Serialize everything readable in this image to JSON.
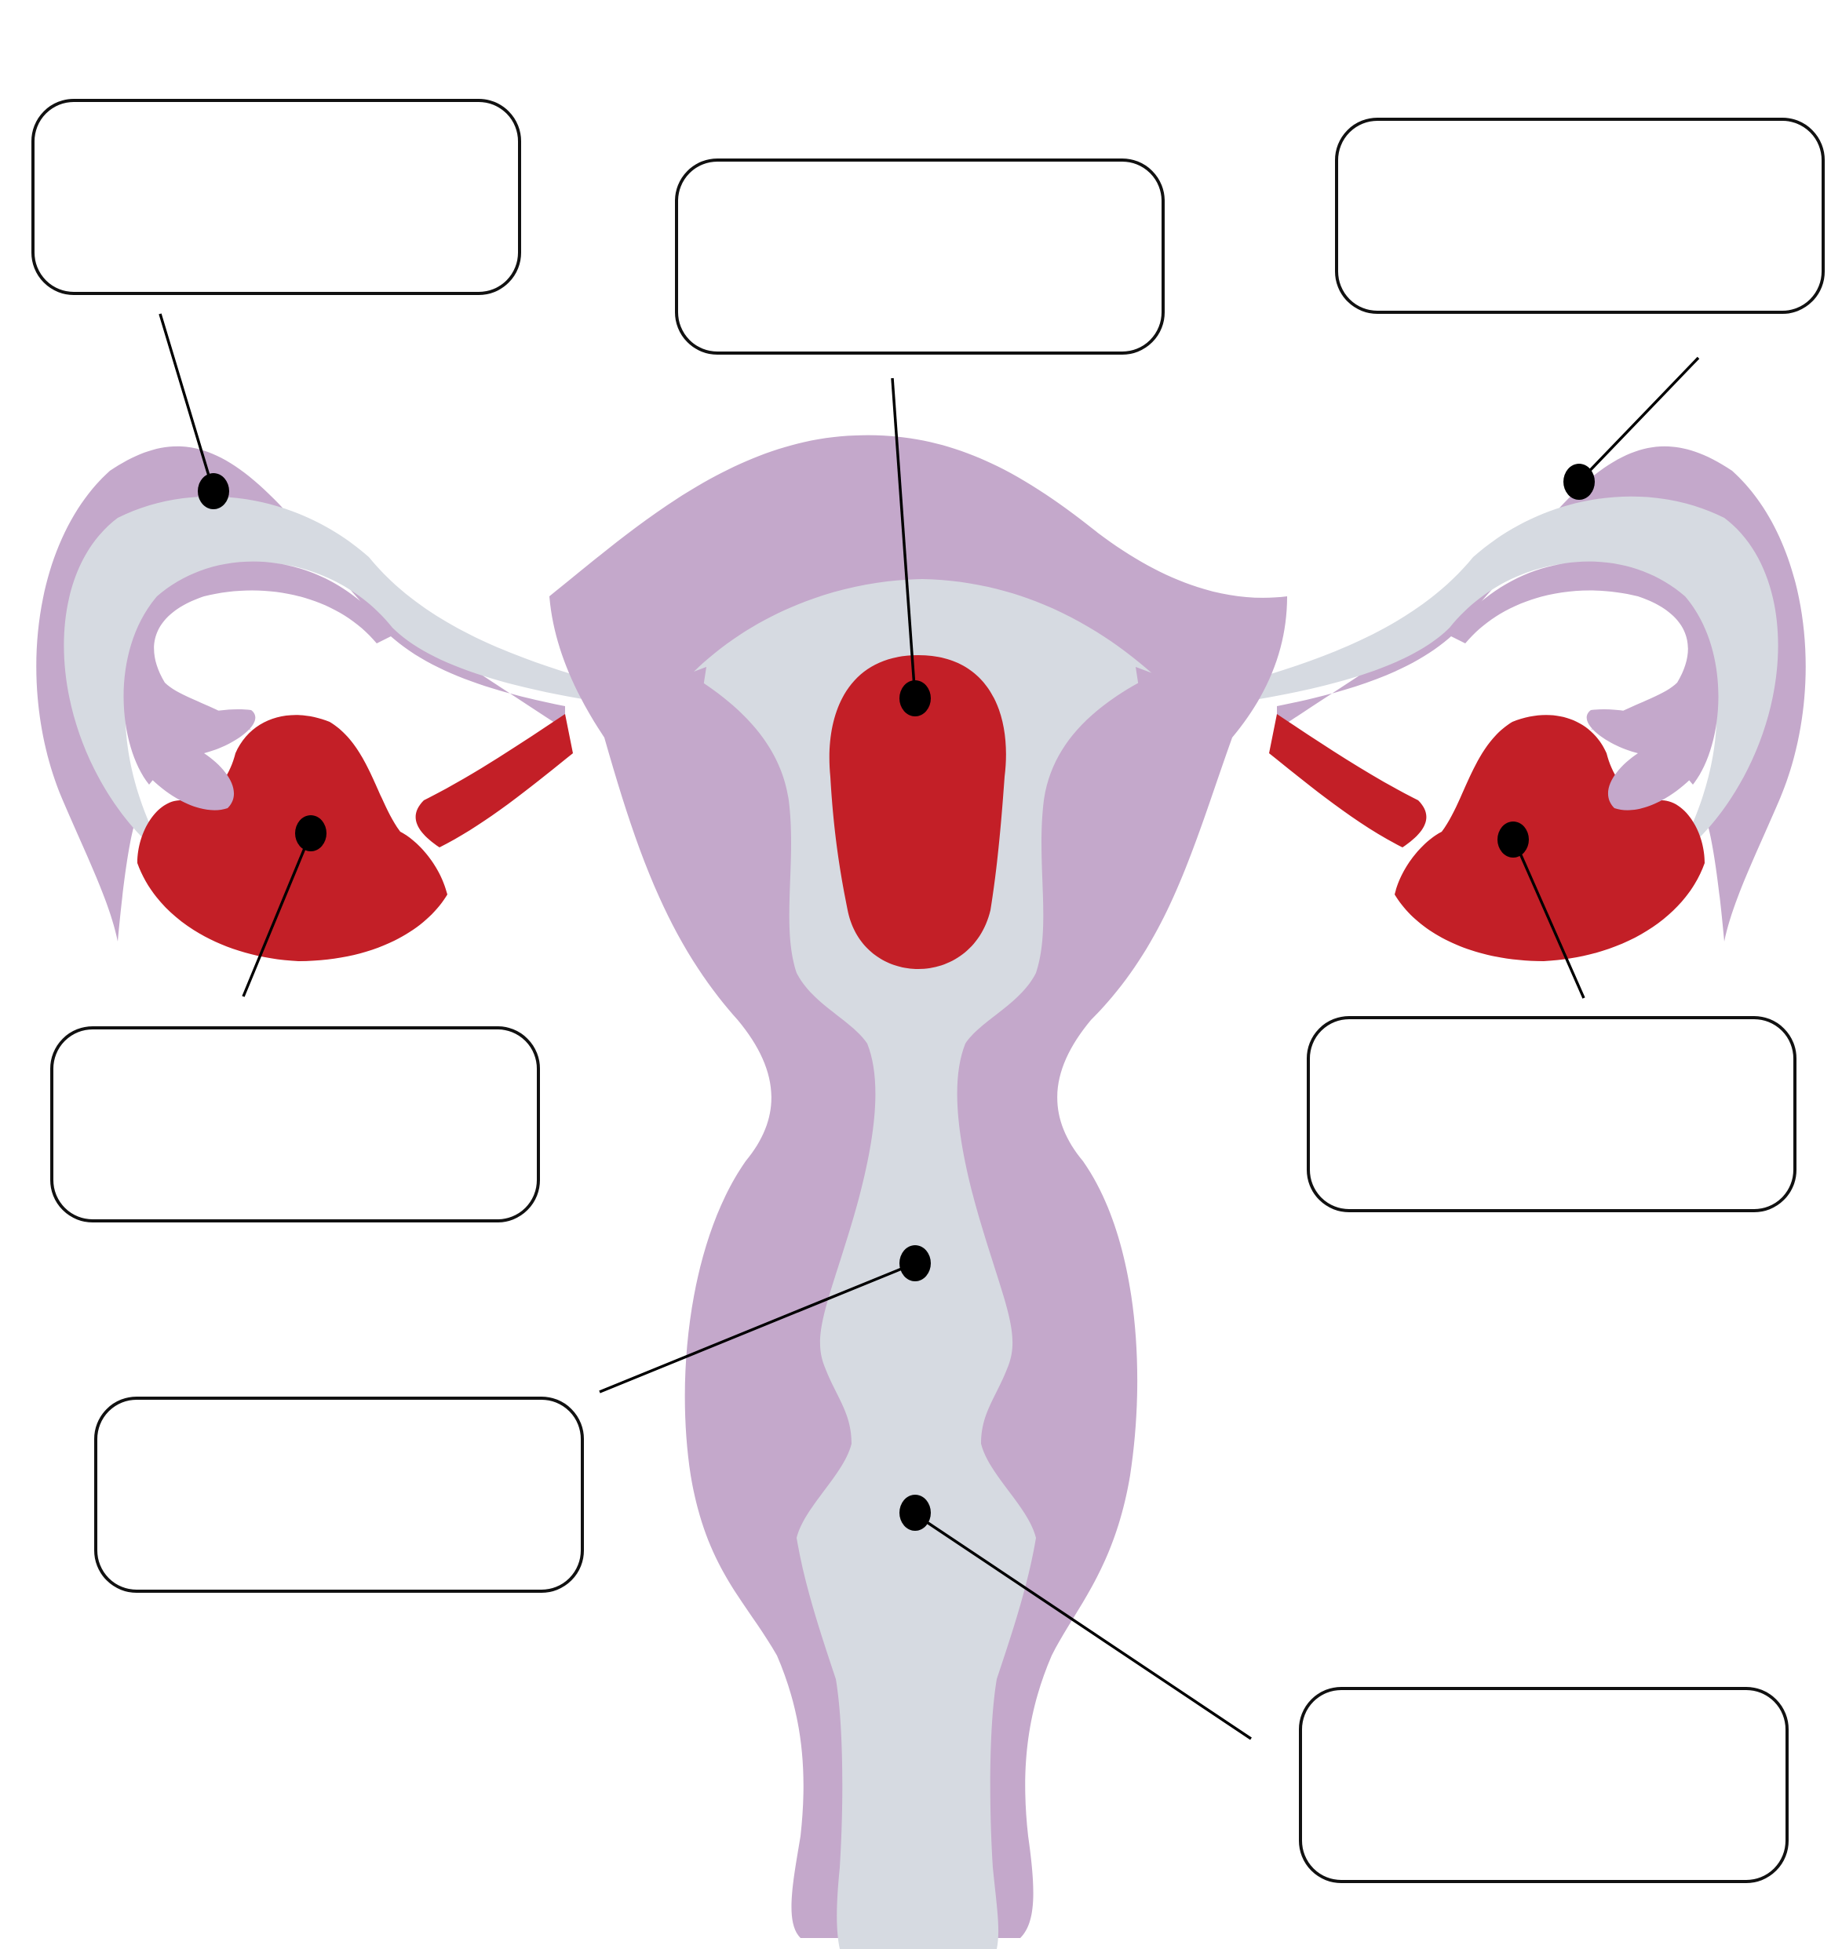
{
  "colors": {
    "background": "#ffffff",
    "uterine_wall": "#c4a8cb",
    "cavity": "#d6dae1",
    "red_structures": "#c31f27",
    "outline": "#111111"
  },
  "labels": [
    {
      "id": "top-left",
      "text": ""
    },
    {
      "id": "top-center",
      "text": ""
    },
    {
      "id": "top-right",
      "text": ""
    },
    {
      "id": "middle-left",
      "text": ""
    },
    {
      "id": "middle-right",
      "text": ""
    },
    {
      "id": "lower-left",
      "text": ""
    },
    {
      "id": "bottom-right",
      "text": ""
    }
  ]
}
